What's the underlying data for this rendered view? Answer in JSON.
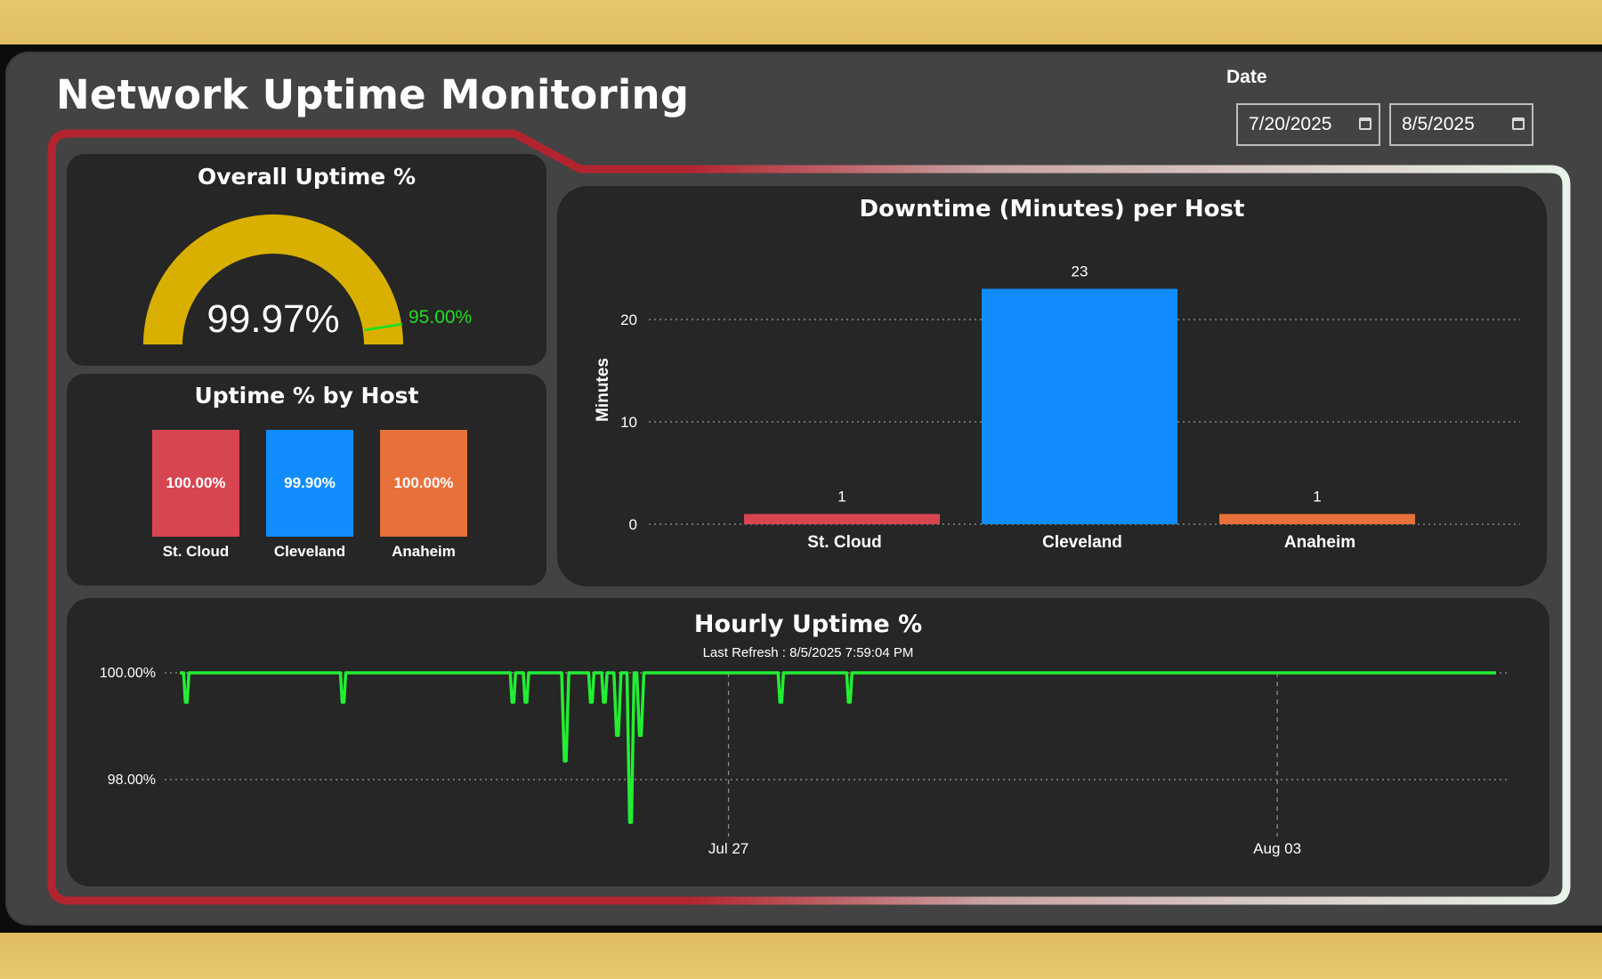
{
  "header": {
    "title": "Network Uptime Monitoring"
  },
  "date_filter": {
    "label": "Date",
    "start": "7/20/2025",
    "end": "8/5/2025"
  },
  "gauge": {
    "title": "Overall Uptime %",
    "value_label": "99.97%",
    "target_label": "95.00%",
    "value": 99.97,
    "target": 95.0,
    "min": 0,
    "max": 100,
    "color": "#d9b000",
    "target_color": "#22dd22"
  },
  "host_uptime": {
    "title": "Uptime % by Host",
    "hosts": [
      {
        "name": "St. Cloud",
        "value": "100.00%",
        "color": "#d64550"
      },
      {
        "name": "Cleveland",
        "value": "99.90%",
        "color": "#118dff"
      },
      {
        "name": "Anaheim",
        "value": "100.00%",
        "color": "#e8703a"
      }
    ]
  },
  "downtime_chart": {
    "title": "Downtime (Minutes) per Host",
    "y_axis_label": "Minutes",
    "y_ticks": [
      "0",
      "10",
      "20"
    ]
  },
  "hourly_chart": {
    "title": "Hourly Uptime %",
    "subtitle": "Last Refresh : 8/5/2025 7:59:04 PM",
    "y_ticks": [
      "100.00%",
      "98.00%"
    ],
    "x_ticks": [
      "Jul 27",
      "Aug 03"
    ],
    "line_color": "#22ee33"
  },
  "chart_data": [
    {
      "type": "bar",
      "title": "Downtime (Minutes) per Host",
      "ylabel": "Minutes",
      "xlabel": "",
      "categories": [
        "St. Cloud",
        "Cleveland",
        "Anaheim"
      ],
      "values": [
        1,
        23,
        1
      ],
      "colors": [
        "#d64550",
        "#118dff",
        "#e8703a"
      ],
      "ylim": [
        0,
        25
      ],
      "y_ticks": [
        0,
        10,
        20
      ],
      "grid": true
    },
    {
      "type": "line",
      "title": "Hourly Uptime %",
      "subtitle": "Last Refresh : 8/5/2025 7:59:04 PM",
      "xlabel": "",
      "ylabel": "",
      "x_range": [
        "2025-07-20T00:00",
        "2025-08-05T19:00"
      ],
      "x_ticks": [
        "2025-07-27T00:00",
        "2025-08-03T00:00"
      ],
      "ylim": [
        97.2,
        100.0
      ],
      "y_ticks": [
        98.0,
        100.0
      ],
      "grid": true,
      "baseline": 100.0,
      "dips": [
        {
          "x": "2025-07-20T02:00",
          "y": 99.45
        },
        {
          "x": "2025-07-22T02:00",
          "y": 99.45
        },
        {
          "x": "2025-07-24T06:00",
          "y": 99.45
        },
        {
          "x": "2025-07-24T10:00",
          "y": 99.45
        },
        {
          "x": "2025-07-24T22:00",
          "y": 98.35
        },
        {
          "x": "2025-07-25T06:00",
          "y": 99.45
        },
        {
          "x": "2025-07-25T10:00",
          "y": 99.45
        },
        {
          "x": "2025-07-25T14:00",
          "y": 98.83
        },
        {
          "x": "2025-07-25T18:00",
          "y": 97.2
        },
        {
          "x": "2025-07-25T21:00",
          "y": 98.83
        },
        {
          "x": "2025-07-27T16:00",
          "y": 99.45
        },
        {
          "x": "2025-07-28T13:00",
          "y": 99.45
        }
      ]
    }
  ]
}
